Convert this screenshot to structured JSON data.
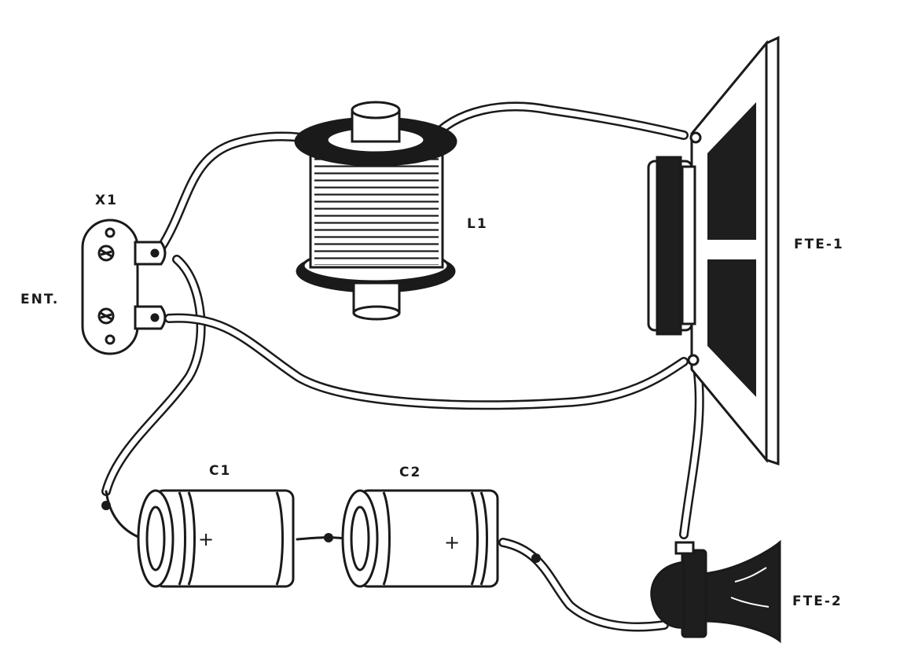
{
  "labels": {
    "x1": "X1",
    "entrance": "ENT.",
    "l1": "L1",
    "fte1": "FTE-1",
    "fte2": "FTE-2",
    "c1": "C1",
    "c2": "C2",
    "plus": "+"
  },
  "colors": {
    "ink": "#1a1a1a",
    "paper": "#ffffff",
    "speaker_fill": "#1e1e1e"
  }
}
